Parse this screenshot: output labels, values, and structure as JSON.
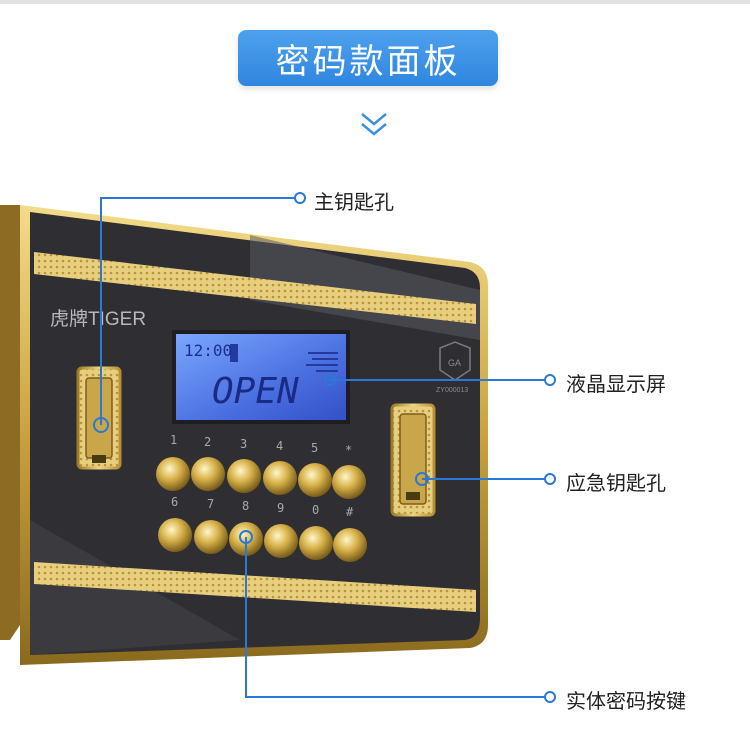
{
  "header": {
    "title": "密码款面板"
  },
  "callouts": {
    "main_keyhole": "主钥匙孔",
    "lcd_screen": "液晶显示屏",
    "emergency_keyhole": "应急钥匙孔",
    "keypad": "实体密码按键"
  },
  "panel": {
    "brand": "虎牌TIGER",
    "lcd_time": "12:00",
    "lcd_text": "OPEN",
    "badge_text": "GA",
    "badge_code": "ZY000013",
    "keys_row1": [
      "1",
      "2",
      "3",
      "4",
      "5",
      "*"
    ],
    "keys_row2": [
      "6",
      "7",
      "8",
      "9",
      "0",
      "#"
    ]
  },
  "colors": {
    "accent_blue": "#3a8fe3",
    "callout_blue": "#1f6fd0",
    "gold": "#d4b04a",
    "panel_dark": "#2f2f34",
    "lcd": "#3f5dd4"
  }
}
